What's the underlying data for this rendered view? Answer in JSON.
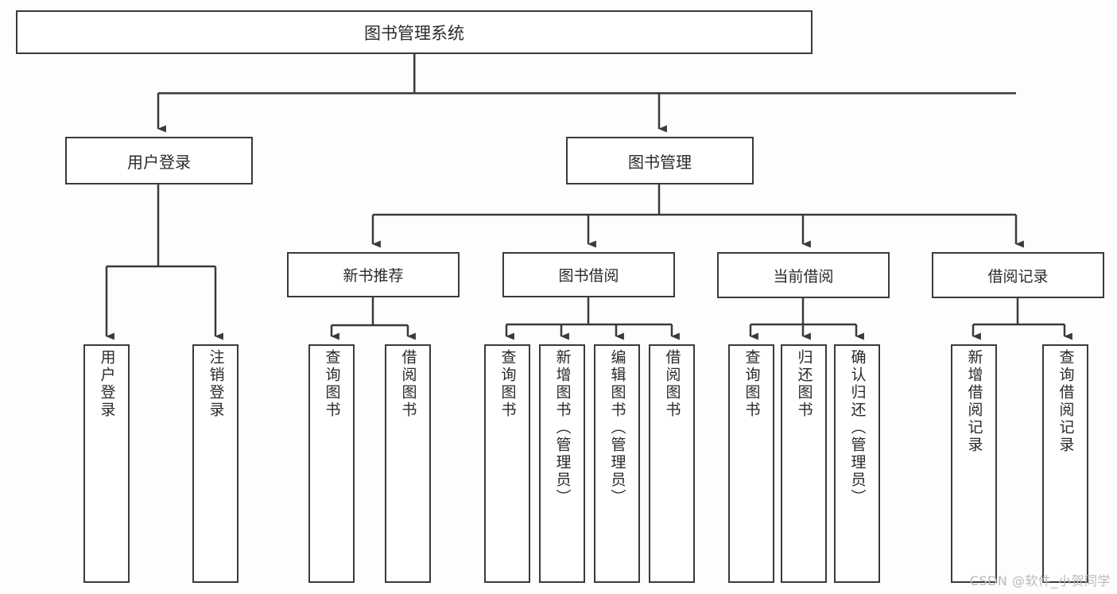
{
  "diagram": {
    "title": "图书管理系统",
    "type": "tree",
    "watermark": "CSDN @软件_小贺同学",
    "colors": {
      "background": "#fdfdfd",
      "box_fill": "#ffffff",
      "box_border": "#3a3a3a",
      "connector": "#3a3a3a",
      "text": "#2a2a2a",
      "watermark": "#b9b9b9"
    },
    "root": {
      "label": "图书管理系统"
    },
    "level1": [
      {
        "label": "用户登录"
      },
      {
        "label": "图书管理"
      }
    ],
    "level2": [
      {
        "label": "新书推荐"
      },
      {
        "label": "图书借阅"
      },
      {
        "label": "当前借阅"
      },
      {
        "label": "借阅记录"
      }
    ],
    "leaves": {
      "user_login": [
        {
          "label": "用户登录"
        },
        {
          "label": "注销登录"
        }
      ],
      "new_book_recommend": [
        {
          "label": "查询图书"
        },
        {
          "label": "借阅图书"
        }
      ],
      "book_borrow": [
        {
          "label": "查询图书"
        },
        {
          "label": "新增图书（管理员）"
        },
        {
          "label": "编辑图书（管理员）"
        },
        {
          "label": "借阅图书"
        }
      ],
      "current_borrow": [
        {
          "label": "查询图书"
        },
        {
          "label": "归还图书"
        },
        {
          "label": "确认归还（管理员）"
        }
      ],
      "borrow_record": [
        {
          "label": "新增借阅记录"
        },
        {
          "label": "查询借阅记录"
        }
      ]
    }
  }
}
